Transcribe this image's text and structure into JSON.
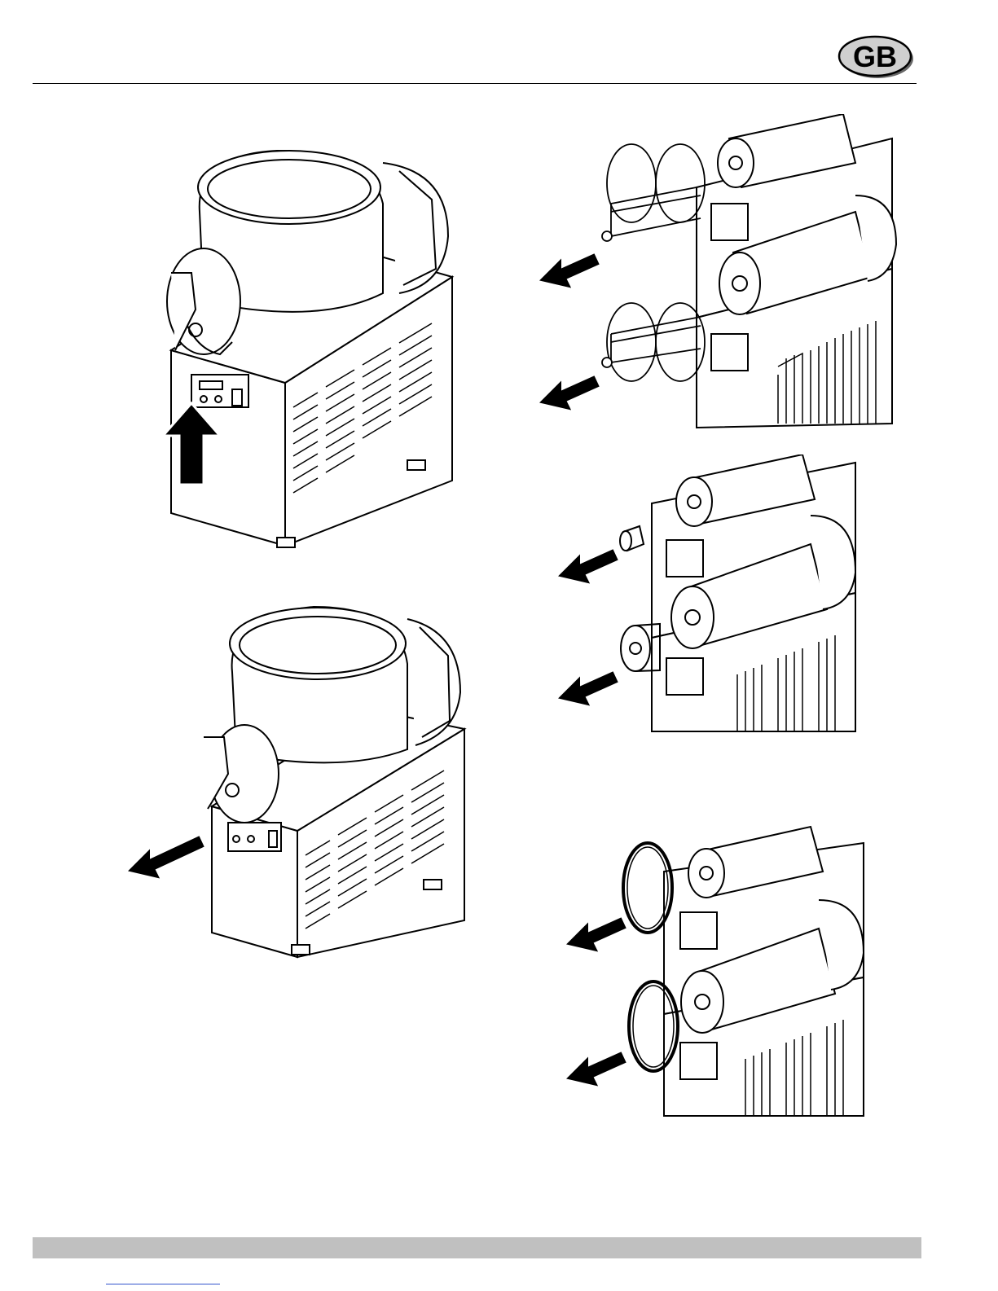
{
  "header": {
    "language_badge": "GB"
  },
  "figures": [
    {
      "id": "fig-lift-tap-cover",
      "icon": "arrow-up-icon"
    },
    {
      "id": "fig-remove-bowl",
      "icon": "arrow-left-icon"
    },
    {
      "id": "fig-remove-augers",
      "icon": "arrow-left-icon"
    },
    {
      "id": "fig-remove-bushing-and-front-seal",
      "icon": "arrow-left-icon"
    },
    {
      "id": "fig-remove-gaskets",
      "icon": "arrow-left-icon"
    }
  ],
  "colors": {
    "ink": "#000000",
    "paper": "#ffffff",
    "footer_bar": "#c0c0c0",
    "badge_fill": "#cfcfcf"
  }
}
